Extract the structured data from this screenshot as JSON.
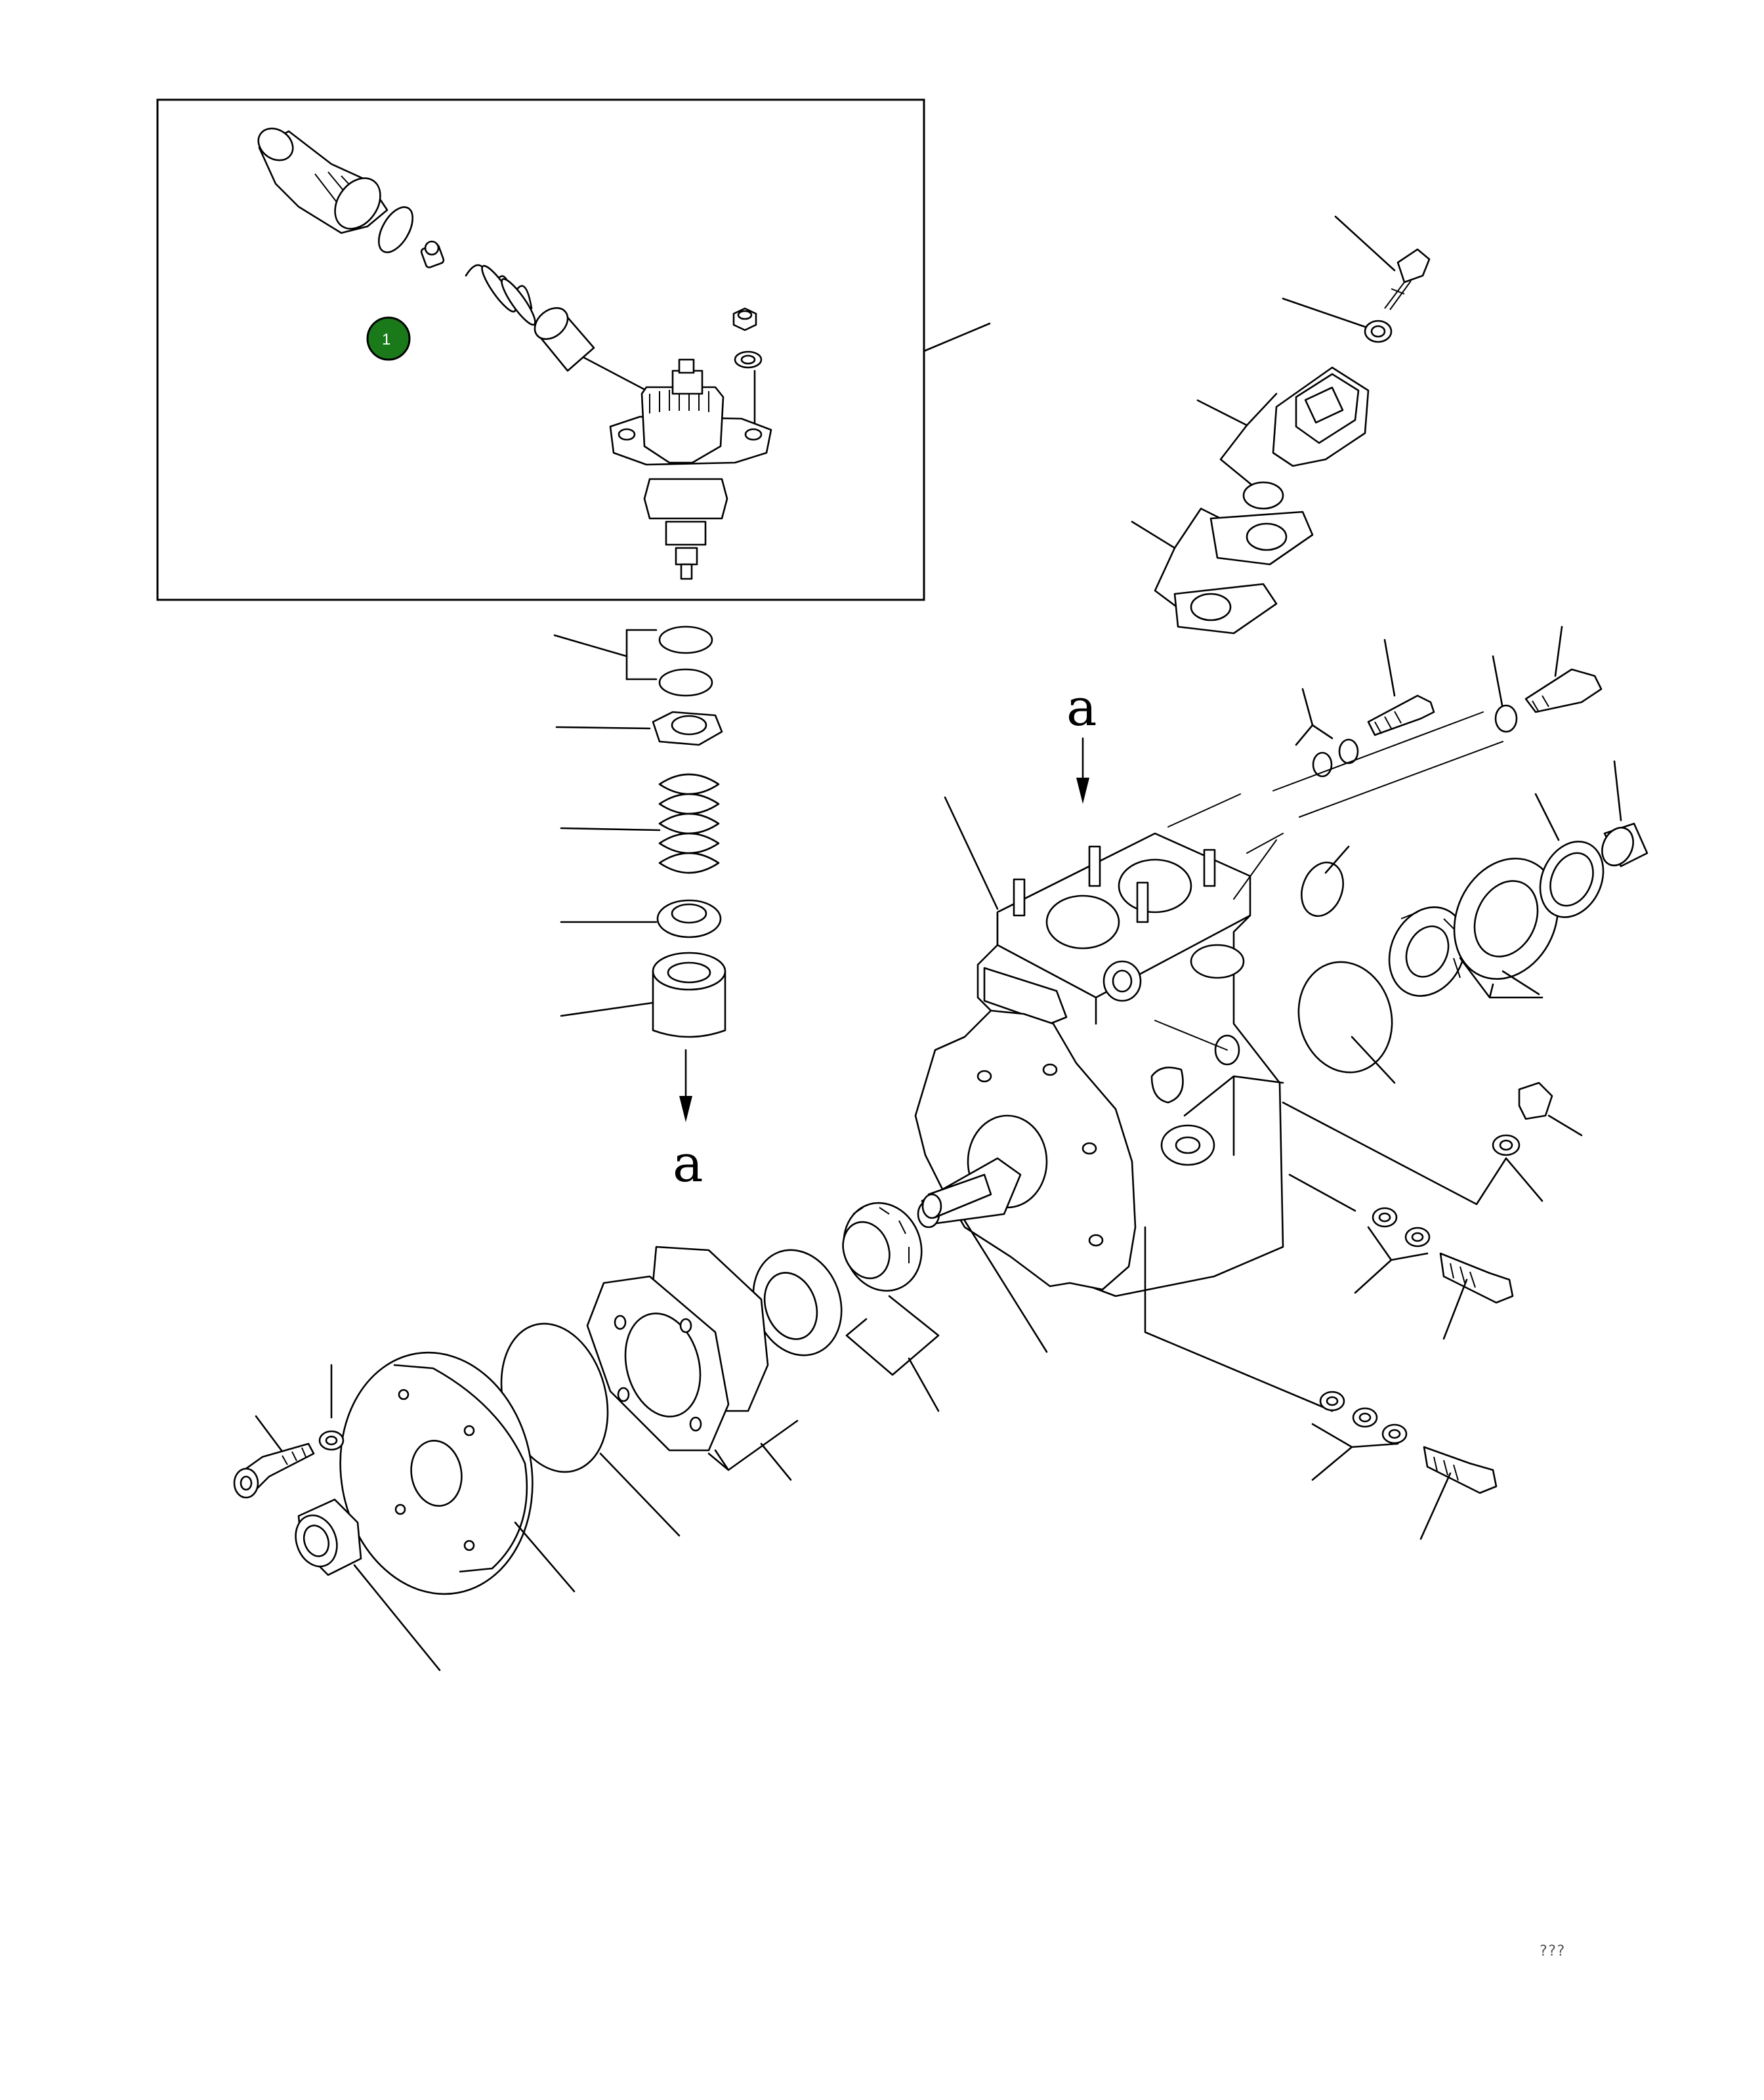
{
  "diagram": {
    "callouts": [
      {
        "id": "1",
        "label": "1",
        "color": "#1a7a1a"
      }
    ],
    "view_markers": {
      "top": "a",
      "bottom": "a"
    },
    "drawing_code": "??? ",
    "colors": {
      "line": "#000000",
      "background": "#ffffff",
      "callout_fill": "#1a7a1a"
    }
  }
}
